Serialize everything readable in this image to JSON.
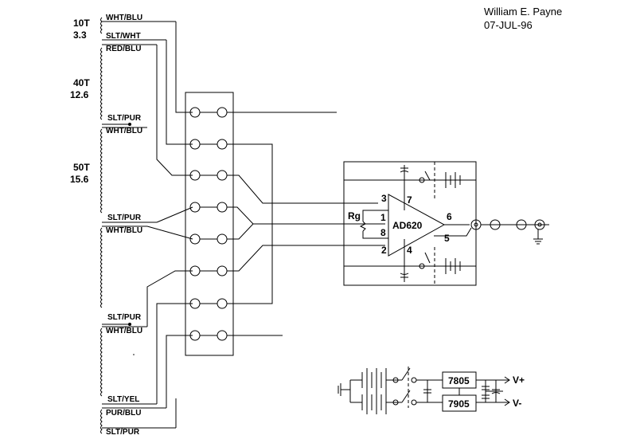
{
  "author": {
    "name": "William E. Payne",
    "date": "07-JUL-96"
  },
  "coils": [
    {
      "turns": "10T",
      "voltage": "3.3"
    },
    {
      "turns": "40T",
      "voltage": "12.6"
    },
    {
      "turns": "50T",
      "voltage": "15.6"
    }
  ],
  "wire_labels": [
    "WHT/BLU",
    "SLT/WHT",
    "RED/BLU",
    "SLT/PUR",
    "WHT/BLU",
    "SLT/PUR",
    "WHT/BLU",
    "SLT/PUR",
    "WHT/BLU",
    "SLT/YEL",
    "PUR/BLU",
    "SLT/PUR"
  ],
  "amplifier": {
    "name": "AD620",
    "gain_resistor": "Rg",
    "pins": [
      "3",
      "7",
      "1",
      "8",
      "2",
      "4",
      "6",
      "5"
    ]
  },
  "regulators": [
    {
      "part": "7805",
      "output": "V+"
    },
    {
      "part": "7905",
      "output": "V-"
    }
  ]
}
